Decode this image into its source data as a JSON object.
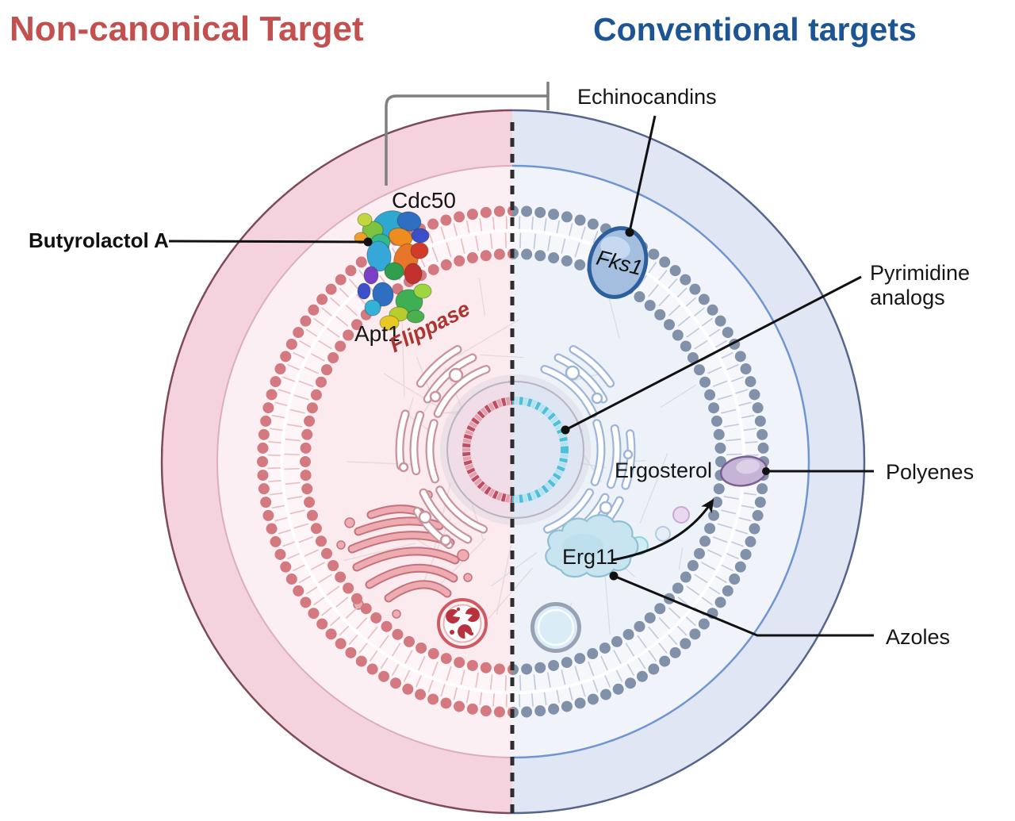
{
  "titles": {
    "left": "Non-canonical Target",
    "right": "Conventional targets"
  },
  "labels": {
    "butyrolactol": "Butyrolactol A",
    "cdc50": "Cdc50",
    "apt1": "Apt1",
    "flippase": "Flippase",
    "echinocandins": "Echinocandins",
    "fks1": "Fks1",
    "pyrimidine_line1": "Pyrimidine",
    "pyrimidine_line2": "analogs",
    "ergosterol": "Ergosterol",
    "polyenes": "Polyenes",
    "erg11": "Erg11",
    "azoles": "Azoles"
  },
  "colors": {
    "left_title": "#c2504e",
    "right_title": "#1d5493",
    "flippase_label": "#ab3530",
    "left_membrane_head": "#d4797f",
    "left_membrane_tail": "#eabfc2",
    "right_membrane_head": "#8291aa",
    "right_membrane_tail": "#c2cbdc",
    "left_cytoskeleton": "#e4d3d8",
    "right_cytoskeleton": "#d3dae4",
    "inhibition_line": "#7f7f7f",
    "annotation_line": "#111111"
  }
}
